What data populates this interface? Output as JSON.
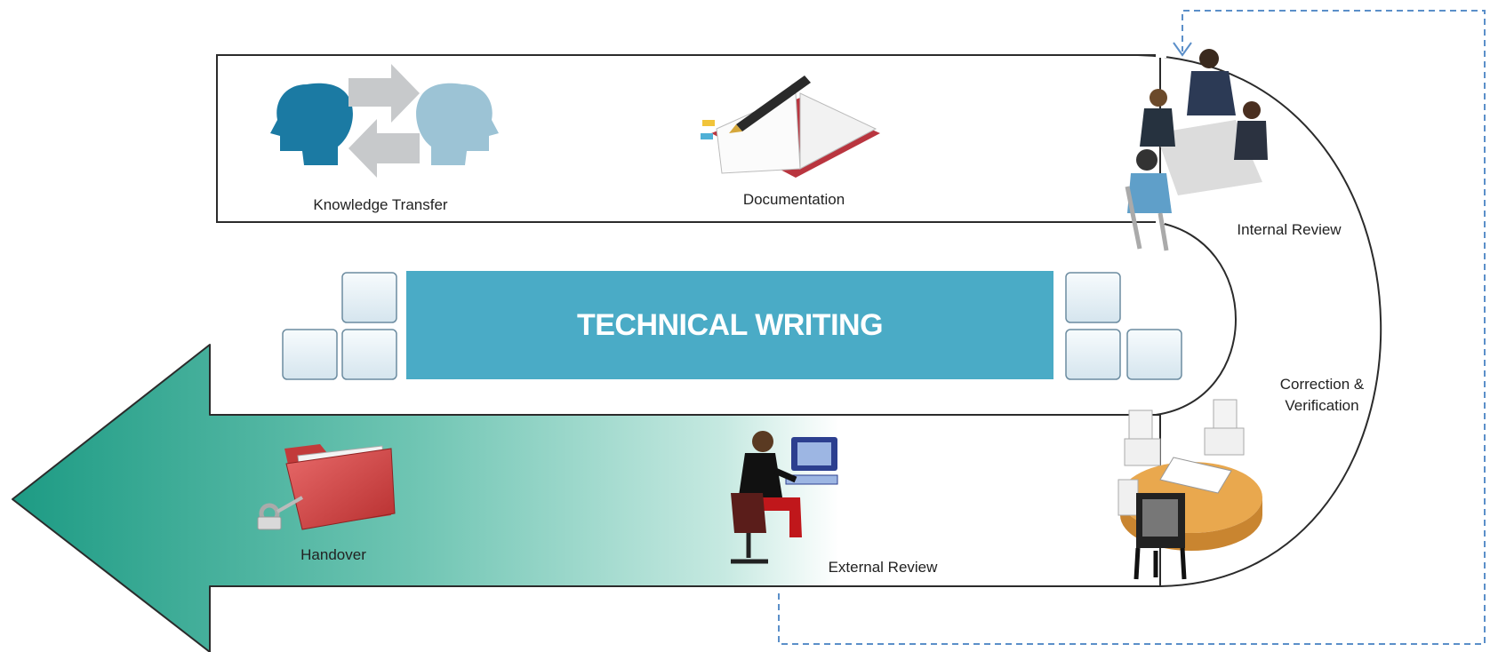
{
  "title": "TECHNICAL WRITING",
  "steps": [
    {
      "label": "Knowledge Transfer",
      "icon": "knowledge-transfer-heads-icon"
    },
    {
      "label": "Documentation",
      "icon": "open-book-pen-icon"
    },
    {
      "label": "Internal Review",
      "icon": "team-meeting-icon"
    },
    {
      "label": "Correction &",
      "label2": "Verification",
      "icon": "round-table-meeting-icon"
    },
    {
      "label": "External Review",
      "icon": "person-at-computer-icon"
    },
    {
      "label": "Handover",
      "icon": "red-folder-icon"
    }
  ],
  "colors": {
    "banner": "#4aabc6",
    "arrow_dark": "#21a088",
    "arrow_light": "#ffffff",
    "loop_dash": "#5b8fc9",
    "outline": "#2b2b2b",
    "square_fill": "#e9f2f6",
    "square_border": "#6c8ca0"
  }
}
